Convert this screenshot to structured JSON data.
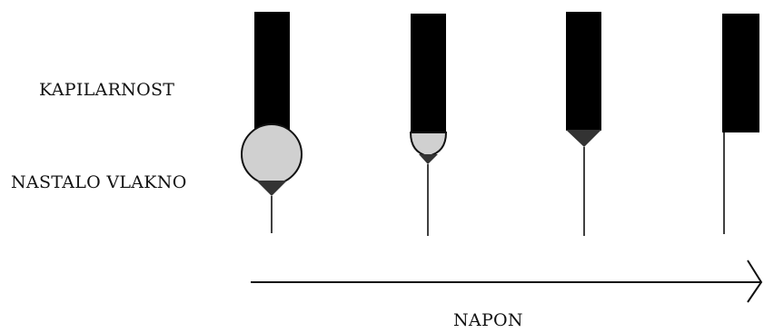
{
  "labels": {
    "capillary": "KAPILARNOST",
    "fiber": "NASTALO VLAKNO",
    "voltage": "NAPON"
  },
  "colors": {
    "capillary_fill": "#000000",
    "droplet_fill": "#d0d0d0",
    "cone_fill": "#333333",
    "line": "#111111",
    "text": "#111111"
  },
  "stages": [
    {
      "name": "stage-1-large-droplet"
    },
    {
      "name": "stage-2-small-droplet"
    },
    {
      "name": "stage-3-taylor-cone"
    },
    {
      "name": "stage-4-direct-jet"
    }
  ]
}
